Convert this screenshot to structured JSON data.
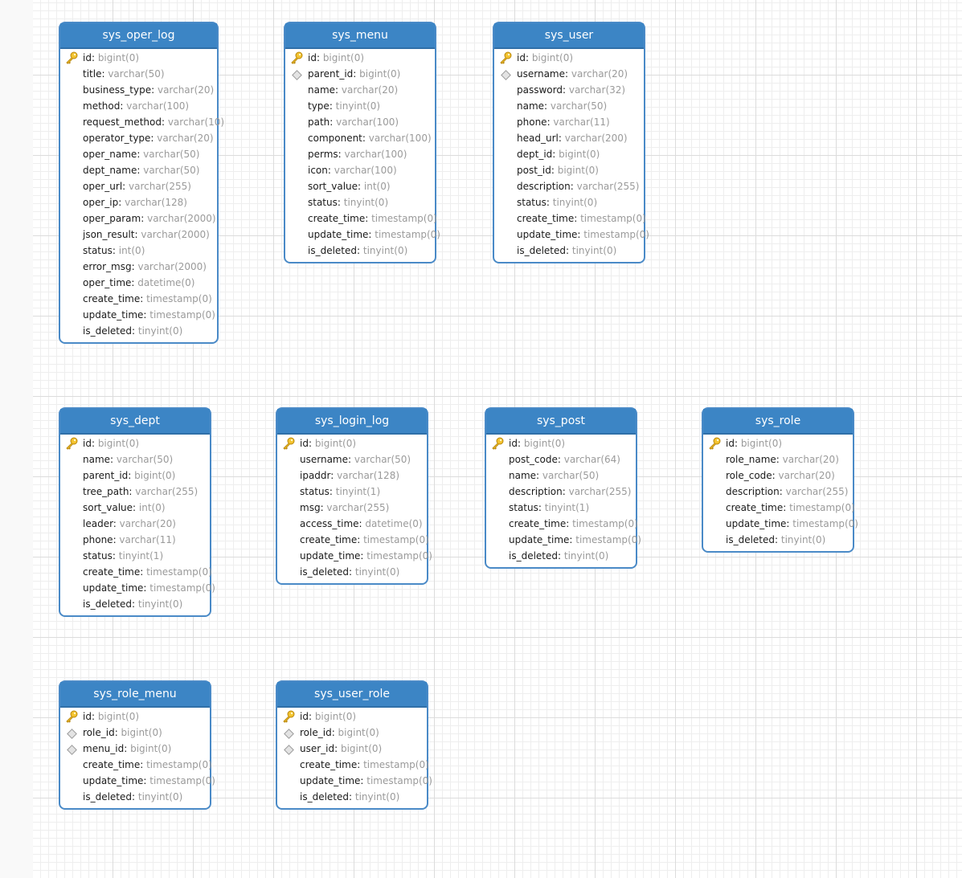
{
  "entities": [
    {
      "name": "sys_oper_log",
      "fields": [
        {
          "name": "id",
          "type": "bigint(0)",
          "key": "pk"
        },
        {
          "name": "title",
          "type": "varchar(50)",
          "key": ""
        },
        {
          "name": "business_type",
          "type": "varchar(20)",
          "key": ""
        },
        {
          "name": "method",
          "type": "varchar(100)",
          "key": ""
        },
        {
          "name": "request_method",
          "type": "varchar(10)",
          "key": ""
        },
        {
          "name": "operator_type",
          "type": "varchar(20)",
          "key": ""
        },
        {
          "name": "oper_name",
          "type": "varchar(50)",
          "key": ""
        },
        {
          "name": "dept_name",
          "type": "varchar(50)",
          "key": ""
        },
        {
          "name": "oper_url",
          "type": "varchar(255)",
          "key": ""
        },
        {
          "name": "oper_ip",
          "type": "varchar(128)",
          "key": ""
        },
        {
          "name": "oper_param",
          "type": "varchar(2000)",
          "key": ""
        },
        {
          "name": "json_result",
          "type": "varchar(2000)",
          "key": ""
        },
        {
          "name": "status",
          "type": "int(0)",
          "key": ""
        },
        {
          "name": "error_msg",
          "type": "varchar(2000)",
          "key": ""
        },
        {
          "name": "oper_time",
          "type": "datetime(0)",
          "key": ""
        },
        {
          "name": "create_time",
          "type": "timestamp(0)",
          "key": ""
        },
        {
          "name": "update_time",
          "type": "timestamp(0)",
          "key": ""
        },
        {
          "name": "is_deleted",
          "type": "tinyint(0)",
          "key": ""
        }
      ]
    },
    {
      "name": "sys_menu",
      "fields": [
        {
          "name": "id",
          "type": "bigint(0)",
          "key": "pk"
        },
        {
          "name": "parent_id",
          "type": "bigint(0)",
          "key": "fk"
        },
        {
          "name": "name",
          "type": "varchar(20)",
          "key": ""
        },
        {
          "name": "type",
          "type": "tinyint(0)",
          "key": ""
        },
        {
          "name": "path",
          "type": "varchar(100)",
          "key": ""
        },
        {
          "name": "component",
          "type": "varchar(100)",
          "key": ""
        },
        {
          "name": "perms",
          "type": "varchar(100)",
          "key": ""
        },
        {
          "name": "icon",
          "type": "varchar(100)",
          "key": ""
        },
        {
          "name": "sort_value",
          "type": "int(0)",
          "key": ""
        },
        {
          "name": "status",
          "type": "tinyint(0)",
          "key": ""
        },
        {
          "name": "create_time",
          "type": "timestamp(0)",
          "key": ""
        },
        {
          "name": "update_time",
          "type": "timestamp(0)",
          "key": ""
        },
        {
          "name": "is_deleted",
          "type": "tinyint(0)",
          "key": ""
        }
      ]
    },
    {
      "name": "sys_user",
      "fields": [
        {
          "name": "id",
          "type": "bigint(0)",
          "key": "pk"
        },
        {
          "name": "username",
          "type": "varchar(20)",
          "key": "fk"
        },
        {
          "name": "password",
          "type": "varchar(32)",
          "key": ""
        },
        {
          "name": "name",
          "type": "varchar(50)",
          "key": ""
        },
        {
          "name": "phone",
          "type": "varchar(11)",
          "key": ""
        },
        {
          "name": "head_url",
          "type": "varchar(200)",
          "key": ""
        },
        {
          "name": "dept_id",
          "type": "bigint(0)",
          "key": ""
        },
        {
          "name": "post_id",
          "type": "bigint(0)",
          "key": ""
        },
        {
          "name": "description",
          "type": "varchar(255)",
          "key": ""
        },
        {
          "name": "status",
          "type": "tinyint(0)",
          "key": ""
        },
        {
          "name": "create_time",
          "type": "timestamp(0)",
          "key": ""
        },
        {
          "name": "update_time",
          "type": "timestamp(0)",
          "key": ""
        },
        {
          "name": "is_deleted",
          "type": "tinyint(0)",
          "key": ""
        }
      ]
    },
    {
      "name": "sys_dept",
      "fields": [
        {
          "name": "id",
          "type": "bigint(0)",
          "key": "pk"
        },
        {
          "name": "name",
          "type": "varchar(50)",
          "key": ""
        },
        {
          "name": "parent_id",
          "type": "bigint(0)",
          "key": ""
        },
        {
          "name": "tree_path",
          "type": "varchar(255)",
          "key": ""
        },
        {
          "name": "sort_value",
          "type": "int(0)",
          "key": ""
        },
        {
          "name": "leader",
          "type": "varchar(20)",
          "key": ""
        },
        {
          "name": "phone",
          "type": "varchar(11)",
          "key": ""
        },
        {
          "name": "status",
          "type": "tinyint(1)",
          "key": ""
        },
        {
          "name": "create_time",
          "type": "timestamp(0)",
          "key": ""
        },
        {
          "name": "update_time",
          "type": "timestamp(0)",
          "key": ""
        },
        {
          "name": "is_deleted",
          "type": "tinyint(0)",
          "key": ""
        }
      ]
    },
    {
      "name": "sys_login_log",
      "fields": [
        {
          "name": "id",
          "type": "bigint(0)",
          "key": "pk"
        },
        {
          "name": "username",
          "type": "varchar(50)",
          "key": ""
        },
        {
          "name": "ipaddr",
          "type": "varchar(128)",
          "key": ""
        },
        {
          "name": "status",
          "type": "tinyint(1)",
          "key": ""
        },
        {
          "name": "msg",
          "type": "varchar(255)",
          "key": ""
        },
        {
          "name": "access_time",
          "type": "datetime(0)",
          "key": ""
        },
        {
          "name": "create_time",
          "type": "timestamp(0)",
          "key": ""
        },
        {
          "name": "update_time",
          "type": "timestamp(0)",
          "key": ""
        },
        {
          "name": "is_deleted",
          "type": "tinyint(0)",
          "key": ""
        }
      ]
    },
    {
      "name": "sys_post",
      "fields": [
        {
          "name": "id",
          "type": "bigint(0)",
          "key": "pk"
        },
        {
          "name": "post_code",
          "type": "varchar(64)",
          "key": ""
        },
        {
          "name": "name",
          "type": "varchar(50)",
          "key": ""
        },
        {
          "name": "description",
          "type": "varchar(255)",
          "key": ""
        },
        {
          "name": "status",
          "type": "tinyint(1)",
          "key": ""
        },
        {
          "name": "create_time",
          "type": "timestamp(0)",
          "key": ""
        },
        {
          "name": "update_time",
          "type": "timestamp(0)",
          "key": ""
        },
        {
          "name": "is_deleted",
          "type": "tinyint(0)",
          "key": ""
        }
      ]
    },
    {
      "name": "sys_role",
      "fields": [
        {
          "name": "id",
          "type": "bigint(0)",
          "key": "pk"
        },
        {
          "name": "role_name",
          "type": "varchar(20)",
          "key": ""
        },
        {
          "name": "role_code",
          "type": "varchar(20)",
          "key": ""
        },
        {
          "name": "description",
          "type": "varchar(255)",
          "key": ""
        },
        {
          "name": "create_time",
          "type": "timestamp(0)",
          "key": ""
        },
        {
          "name": "update_time",
          "type": "timestamp(0)",
          "key": ""
        },
        {
          "name": "is_deleted",
          "type": "tinyint(0)",
          "key": ""
        }
      ]
    },
    {
      "name": "sys_role_menu",
      "fields": [
        {
          "name": "id",
          "type": "bigint(0)",
          "key": "pk"
        },
        {
          "name": "role_id",
          "type": "bigint(0)",
          "key": "fk"
        },
        {
          "name": "menu_id",
          "type": "bigint(0)",
          "key": "fk"
        },
        {
          "name": "create_time",
          "type": "timestamp(0)",
          "key": ""
        },
        {
          "name": "update_time",
          "type": "timestamp(0)",
          "key": ""
        },
        {
          "name": "is_deleted",
          "type": "tinyint(0)",
          "key": ""
        }
      ]
    },
    {
      "name": "sys_user_role",
      "fields": [
        {
          "name": "id",
          "type": "bigint(0)",
          "key": "pk"
        },
        {
          "name": "role_id",
          "type": "bigint(0)",
          "key": "fk"
        },
        {
          "name": "user_id",
          "type": "bigint(0)",
          "key": "fk"
        },
        {
          "name": "create_time",
          "type": "timestamp(0)",
          "key": ""
        },
        {
          "name": "update_time",
          "type": "timestamp(0)",
          "key": ""
        },
        {
          "name": "is_deleted",
          "type": "tinyint(0)",
          "key": ""
        }
      ]
    }
  ]
}
